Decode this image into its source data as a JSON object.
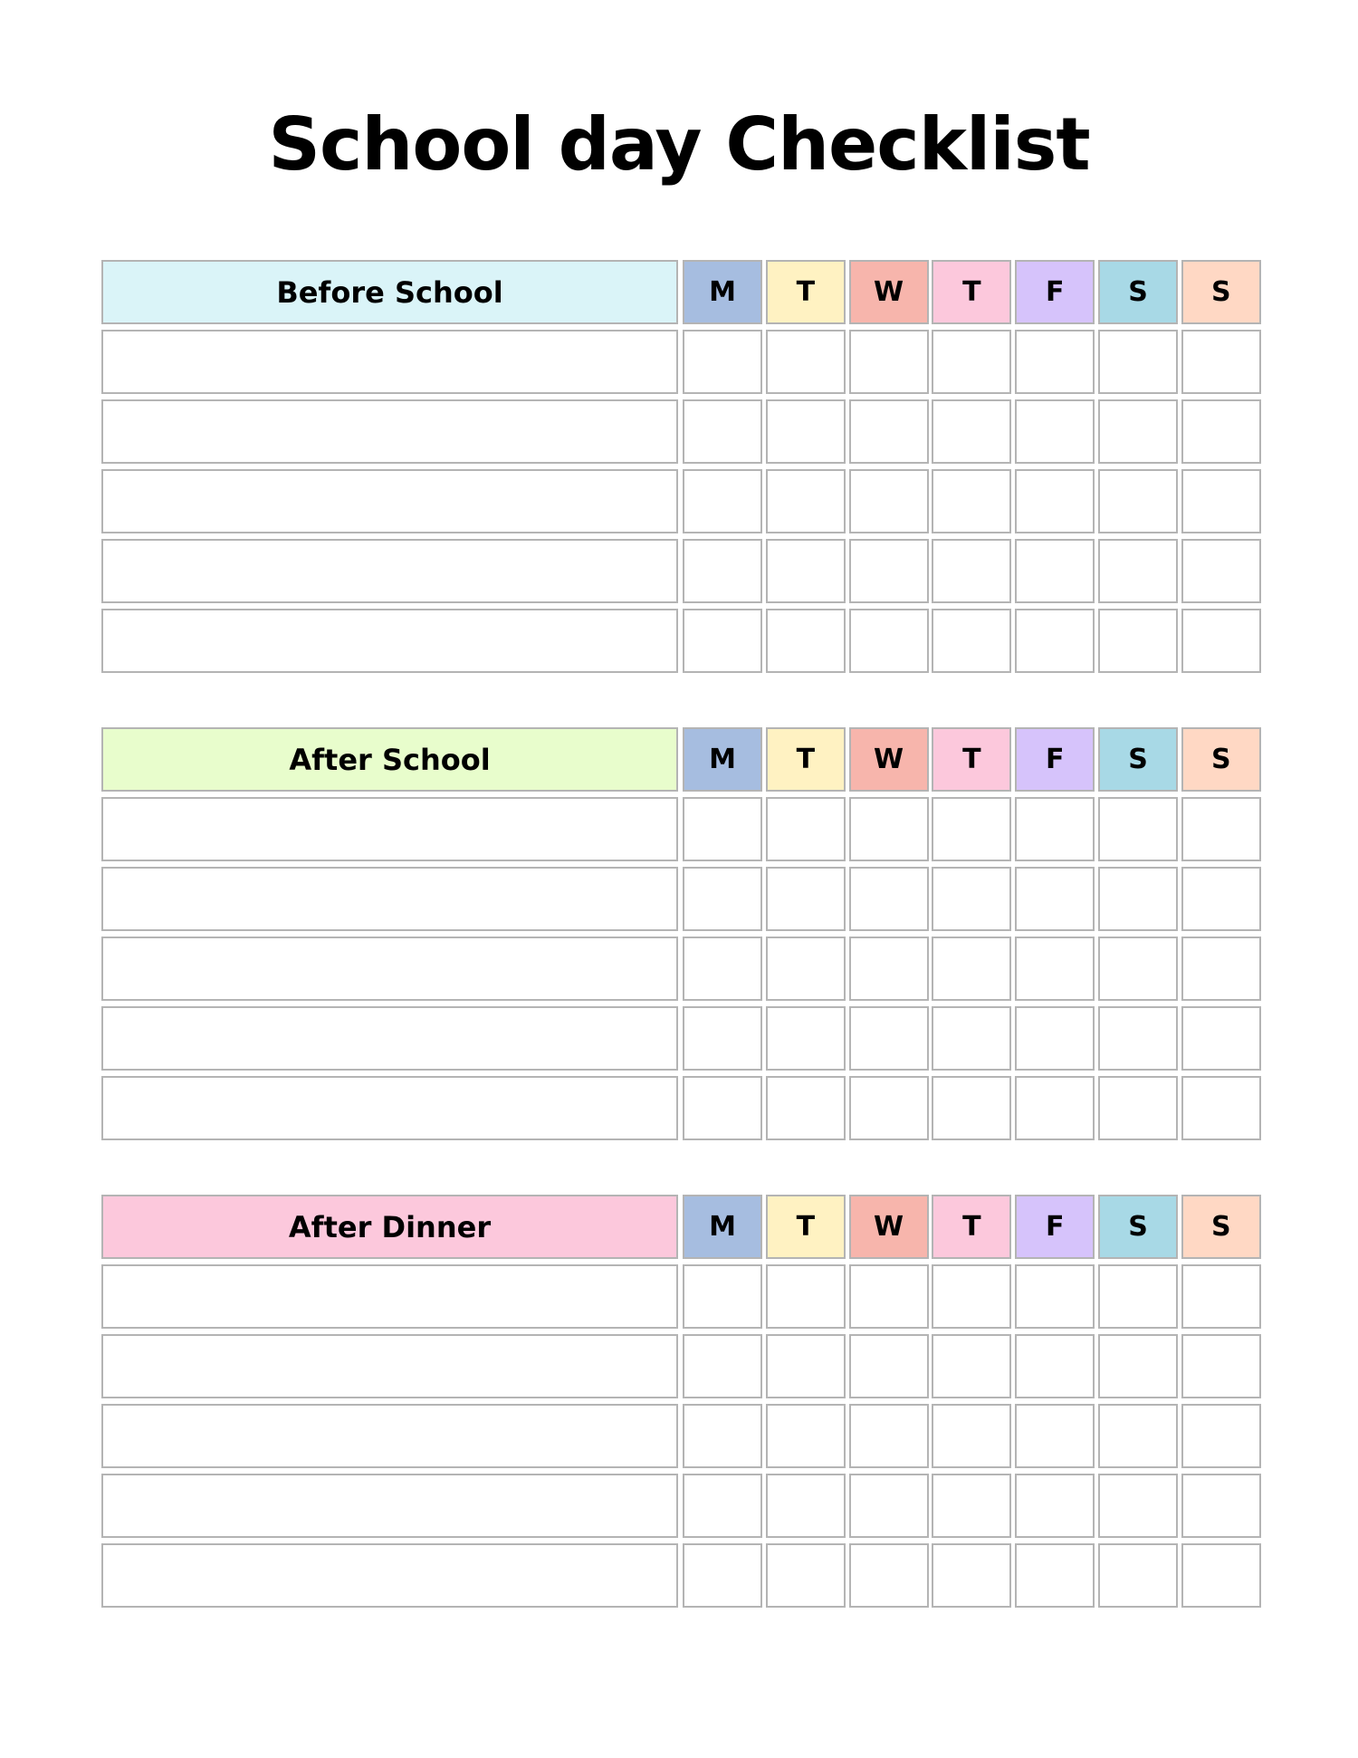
{
  "title": "School day Checklist",
  "days": [
    {
      "letter": "M",
      "color": "#a6bde0"
    },
    {
      "letter": "T",
      "color": "#fff2c2"
    },
    {
      "letter": "W",
      "color": "#f7b5ac"
    },
    {
      "letter": "T",
      "color": "#fcc8dc"
    },
    {
      "letter": "F",
      "color": "#d6c3fb"
    },
    {
      "letter": "S",
      "color": "#a8d9e6"
    },
    {
      "letter": "S",
      "color": "#ffd8c4"
    }
  ],
  "sections": [
    {
      "title": "Before School",
      "color": "#daf4f8",
      "rows": 5
    },
    {
      "title": "After School",
      "color": "#e8fdcc",
      "rows": 5
    },
    {
      "title": "After Dinner",
      "color": "#fcc8dc",
      "rows": 5
    }
  ]
}
